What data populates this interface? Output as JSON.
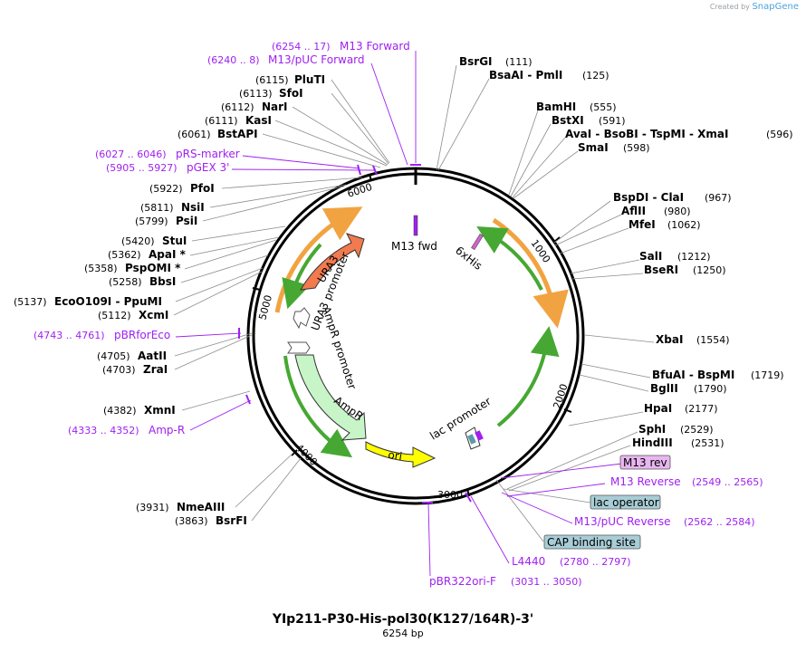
{
  "credit": {
    "prefix": "Created by",
    "brand": "SnapGene"
  },
  "title": "YIp211-P30-His-pol30(K127/164R)-3'",
  "subtitle": "6254 bp",
  "ticks": [
    "1000",
    "2000",
    "3000",
    "4000",
    "5000",
    "6000"
  ],
  "sites_left": [
    {
      "pos": "(6115)",
      "name": "PluTI"
    },
    {
      "pos": "(6113)",
      "name": "SfoI"
    },
    {
      "pos": "(6112)",
      "name": "NarI"
    },
    {
      "pos": "(6111)",
      "name": "KasI"
    },
    {
      "pos": "(6061)",
      "name": "BstAPI"
    },
    {
      "pos": "(5922)",
      "name": "PfoI"
    },
    {
      "pos": "(5811)",
      "name": "NsiI"
    },
    {
      "pos": "(5799)",
      "name": "PsiI"
    },
    {
      "pos": "(5420)",
      "name": "StuI"
    },
    {
      "pos": "(5362)",
      "name": "ApaI *"
    },
    {
      "pos": "(5358)",
      "name": "PspOMI *"
    },
    {
      "pos": "(5258)",
      "name": "BbsI"
    },
    {
      "pos": "(5137)",
      "name": "EcoO109I  -  PpuMI"
    },
    {
      "pos": "(5112)",
      "name": "XcmI"
    },
    {
      "pos": "(4705)",
      "name": "AatII"
    },
    {
      "pos": "(4703)",
      "name": "ZraI"
    },
    {
      "pos": "(4382)",
      "name": "XmnI"
    },
    {
      "pos": "(3931)",
      "name": "NmeAIII"
    },
    {
      "pos": "(3863)",
      "name": "BsrFI"
    }
  ],
  "sites_right": [
    {
      "name": "BsrGI",
      "pos": "(111)"
    },
    {
      "name": "BsaAI  -  PmlI",
      "pos": "(125)"
    },
    {
      "name": "BamHI",
      "pos": "(555)"
    },
    {
      "name": "BstXI",
      "pos": "(591)"
    },
    {
      "name": "AvaI  -  BsoBI  -  TspMI  -  XmaI",
      "pos": "(596)"
    },
    {
      "name": "SmaI",
      "pos": "(598)"
    },
    {
      "name": "BspDI  -  ClaI",
      "pos": "(967)"
    },
    {
      "name": "AflII",
      "pos": "(980)"
    },
    {
      "name": "MfeI",
      "pos": "(1062)"
    },
    {
      "name": "SalI",
      "pos": "(1212)"
    },
    {
      "name": "BseRI",
      "pos": "(1250)"
    },
    {
      "name": "XbaI",
      "pos": "(1554)"
    },
    {
      "name": "BfuAI  -  BspMI",
      "pos": "(1719)"
    },
    {
      "name": "BglII",
      "pos": "(1790)"
    },
    {
      "name": "HpaI",
      "pos": "(2177)"
    },
    {
      "name": "SphI",
      "pos": "(2529)"
    },
    {
      "name": "HindIII",
      "pos": "(2531)"
    }
  ],
  "primers": [
    {
      "pos": "(6254 .. 17)",
      "name": "M13 Forward"
    },
    {
      "pos": "(6240 .. 8)",
      "name": "M13/pUC Forward"
    },
    {
      "pos": "(6027 .. 6046)",
      "name": "pRS-marker"
    },
    {
      "pos": "(5905 .. 5927)",
      "name": "pGEX 3'"
    },
    {
      "pos": "(4743 .. 4761)",
      "name": "pBRforEco"
    },
    {
      "pos": "(4333 .. 4352)",
      "name": "Amp-R"
    },
    {
      "name": "M13 Reverse",
      "pos": "(2549 .. 2565)"
    },
    {
      "name": "M13/pUC Reverse",
      "pos": "(2562 .. 2584)"
    },
    {
      "name": "L4440",
      "pos": "(2780 .. 2797)"
    },
    {
      "name": "pBR322ori-F",
      "pos": "(3031 .. 3050)"
    }
  ],
  "boxed_labels": [
    {
      "text": "M13 rev",
      "fill": "#e8b6f0"
    },
    {
      "text": "lac operator",
      "fill": "#a8cdd6"
    },
    {
      "text": "CAP binding site",
      "fill": "#a8cdd6"
    }
  ],
  "features": {
    "ura3": "URA3",
    "ura3_promoter": "URA3 promoter",
    "ampr_promoter": "AmpR promoter",
    "ampr": "AmpR",
    "ori": "ori",
    "lac_promoter": "lac promoter",
    "m13_fwd": "M13 fwd",
    "his": "6xHis"
  },
  "colors": {
    "backbone": "#000000",
    "orange_arc": "#f2a341",
    "green_arc": "#46a832",
    "ura3": "#f27a4f",
    "ampr": "#c8f5c8",
    "ori": "#ffff00",
    "primer": "#a020f0",
    "lac_promoter": "#ffffff",
    "his_tag": "#cc66cc"
  }
}
